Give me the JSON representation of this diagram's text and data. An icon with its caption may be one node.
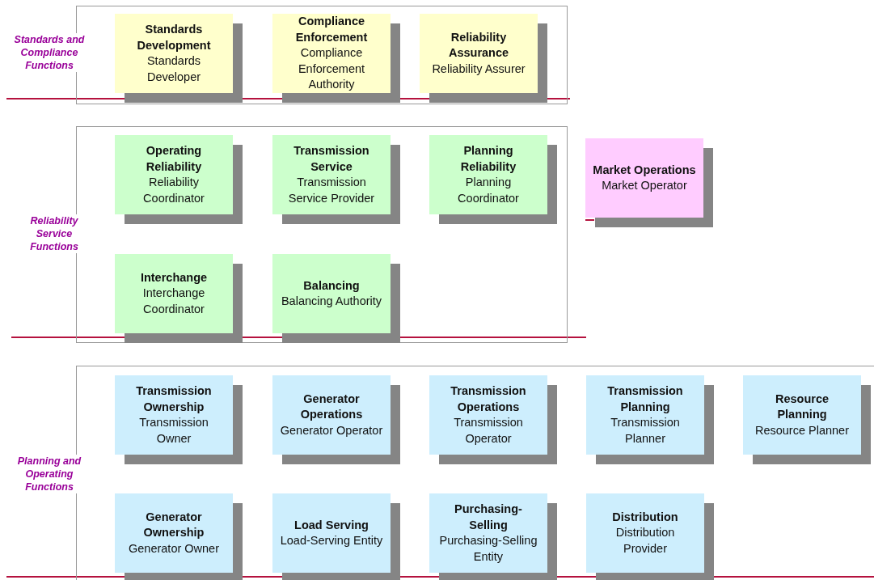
{
  "diagram": {
    "nodes": [
      {
        "text": [
          "Standards and Compliance Functions"
        ]
      },
      {
        "text": [
          "Standards Development",
          "Standards Developer"
        ],
        "in": 0
      },
      {
        "text": [
          "Compliance Enforcement",
          "Compliance Enforcement Authority"
        ],
        "in": 0
      },
      {
        "text": [
          "Reliability Assurance",
          "Reliability Assurer"
        ],
        "in": 0
      },
      {
        "text": [
          "Reliability Service Functions"
        ]
      },
      {
        "text": [
          "Operating Reliability",
          "Reliability Coordinator"
        ],
        "in": 4
      },
      {
        "text": [
          "Transmission Service",
          "Transmission Service Provider"
        ],
        "in": 4
      },
      {
        "text": [
          "Planning Reliability",
          "Planning Coordinator"
        ],
        "in": 4
      },
      {
        "text": [
          "Market Operations",
          "Market Operator"
        ]
      },
      {
        "text": [
          "Interchange",
          "Interchange Coordinator"
        ],
        "in": 4
      },
      {
        "text": [
          "Balancing",
          "Balancing Authority"
        ],
        "in": 4
      },
      {
        "text": [
          "Planning and Operating Functions"
        ]
      },
      {
        "text": [
          "Transmission Ownership",
          "Transmission Owner"
        ],
        "in": 11
      },
      {
        "text": [
          "Generator Operations",
          "Generator Operator"
        ],
        "in": 11
      },
      {
        "text": [
          "Transmission Operations",
          "Transmission Operator"
        ],
        "in": 11
      },
      {
        "text": [
          "Transmission Planning",
          "Transmission Planner"
        ],
        "in": 11
      },
      {
        "text": [
          "Resource Planning",
          "Resource Planner"
        ],
        "in": 11
      },
      {
        "text": [
          "Generator Ownership",
          "Generator Owner"
        ],
        "in": 11
      },
      {
        "text": [
          "Load Serving",
          "Load-Serving Entity"
        ],
        "in": 11
      },
      {
        "text": [
          "Purchasing-Selling",
          "Purchasing-Selling Entity"
        ],
        "in": 11
      },
      {
        "text": [
          "Distribution",
          "Distribution Provider"
        ],
        "in": 11
      }
    ]
  }
}
